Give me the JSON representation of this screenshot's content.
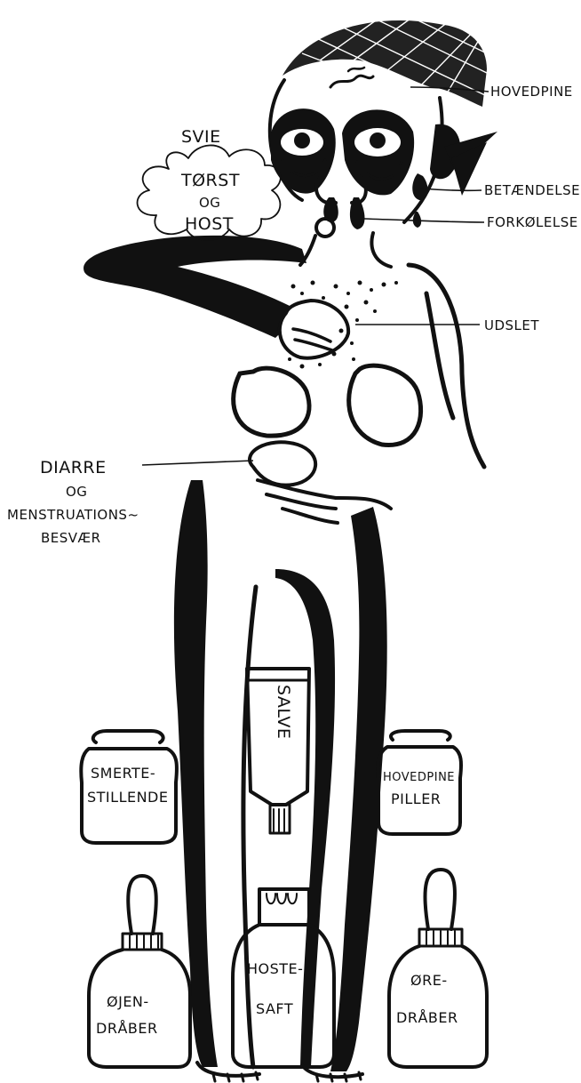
{
  "colors": {
    "ink": "#111111",
    "paper": "#ffffff"
  },
  "symptoms": {
    "hovedpine": "HOVEDPINE",
    "betaendelse": "BETÆNDELSE",
    "forkoelelse": "FORKØLELSE",
    "udslet": "UDSLET",
    "svie": "SVIE",
    "toerst": "TØRST",
    "og1": "OG",
    "host": "HOST",
    "diarre": "DIARRE",
    "og2": "OG",
    "menstruations": "MENSTRUATIONS~",
    "besvaer": "BESVÆR"
  },
  "remedies": {
    "salve": "SALVE",
    "smerte_1": "SMERTE-",
    "smerte_2": "STILLENDE",
    "hovedpine_1": "HOVEDPINE",
    "hovedpine_2": "PILLER",
    "oejen_1": "ØJEN-",
    "oejen_2": "DRÅBER",
    "hoste_1": "HOSTE-",
    "hoste_2": "SAFT",
    "oere_1": "ØRE-",
    "oere_2": "DRÅBER"
  }
}
